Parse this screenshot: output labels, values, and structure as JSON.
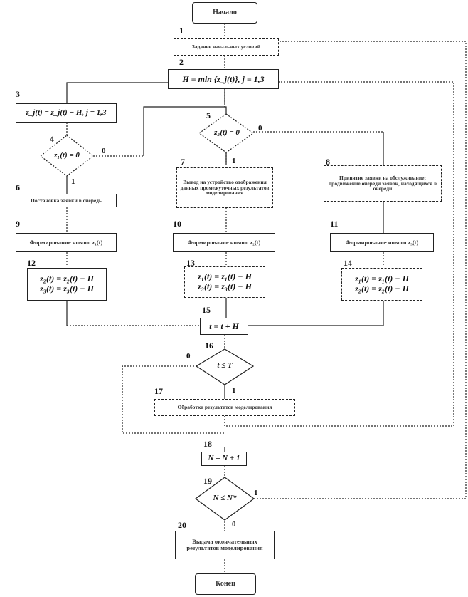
{
  "blocks": {
    "start": "Начало",
    "b1": "Задание начальных условий",
    "b2": "H = min {z_j(t)}, j = 1,3",
    "b3": "z_j(t) = z_j(t) − H, j = 1,3",
    "d4": "z₁(t) = 0",
    "d5": "z₂(t) = 0",
    "b6": "Постановка заявки в очередь",
    "b7": "Вывод на устройство отображения данных промежуточных результатов моделирования",
    "b8": "Принятие заявки на обслуживание; продвижение очереди заявок, находящихся в очереди",
    "b9": "Формирование нового z₁(t)",
    "b10": "Формирование нового z₂(t)",
    "b11": "Формирование нового z₃(t)",
    "b12": "z₂(t) = z₂(t) − H\nz₃(t) = z₃(t) − H",
    "b13": "z₁(t) = z₁(t) − H\nz₃(t) = z₃(t) − H",
    "b14": "z₁(t) = z₁(t) − H\nz₂(t) = z₂(t) − H",
    "b15": "t = t + H",
    "d16": "t ≤ T",
    "b17": "Обработка результатов моделирования",
    "b18": "N = N + 1",
    "d19": "N ≤ N*",
    "b20": "Выдача окончательных результатов моделирования",
    "end": "Конец"
  },
  "numbers": [
    "1",
    "2",
    "3",
    "4",
    "5",
    "6",
    "7",
    "8",
    "9",
    "10",
    "11",
    "12",
    "13",
    "14",
    "15",
    "16",
    "17",
    "18",
    "19",
    "20"
  ],
  "branch_labels": {
    "d4_yes": "1",
    "d4_no": "0",
    "d5_yes": "1",
    "d5_no": "0",
    "d16_yes": "1",
    "d16_no": "0",
    "d19_yes": "1",
    "d19_no": "0"
  }
}
